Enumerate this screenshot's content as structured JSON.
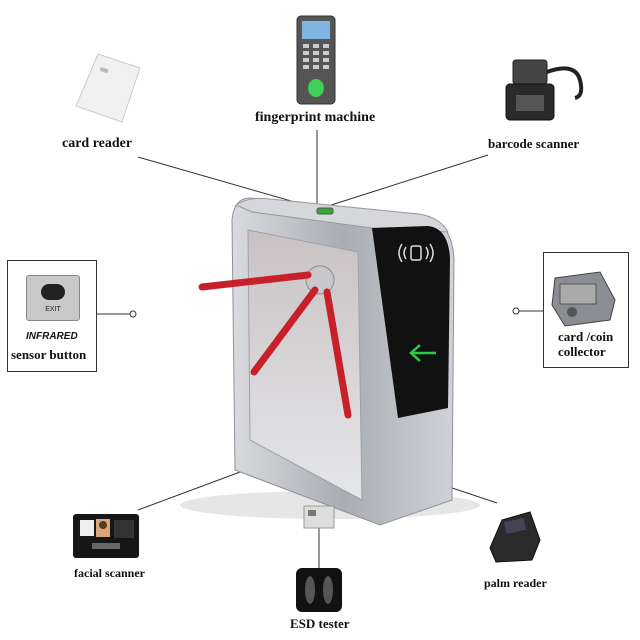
{
  "labels": {
    "card_reader": "card reader",
    "fingerprint_machine": "fingerprint machine",
    "barcode_scanner": "barcode scanner",
    "infrared_word": "INFRARED",
    "sensor_button": "sensor button",
    "exit_text": "EXIT",
    "card_coin_line1": "card /coin",
    "card_coin_line2": "collector",
    "facial_scanner": "facial scanner",
    "esd_tester": "ESD tester",
    "palm_reader": "palm reader"
  },
  "colors": {
    "arm_red": "#c8202a",
    "steel": "#b9bcc0",
    "panel_black": "#111111",
    "arrow_green": "#2ecc40"
  }
}
